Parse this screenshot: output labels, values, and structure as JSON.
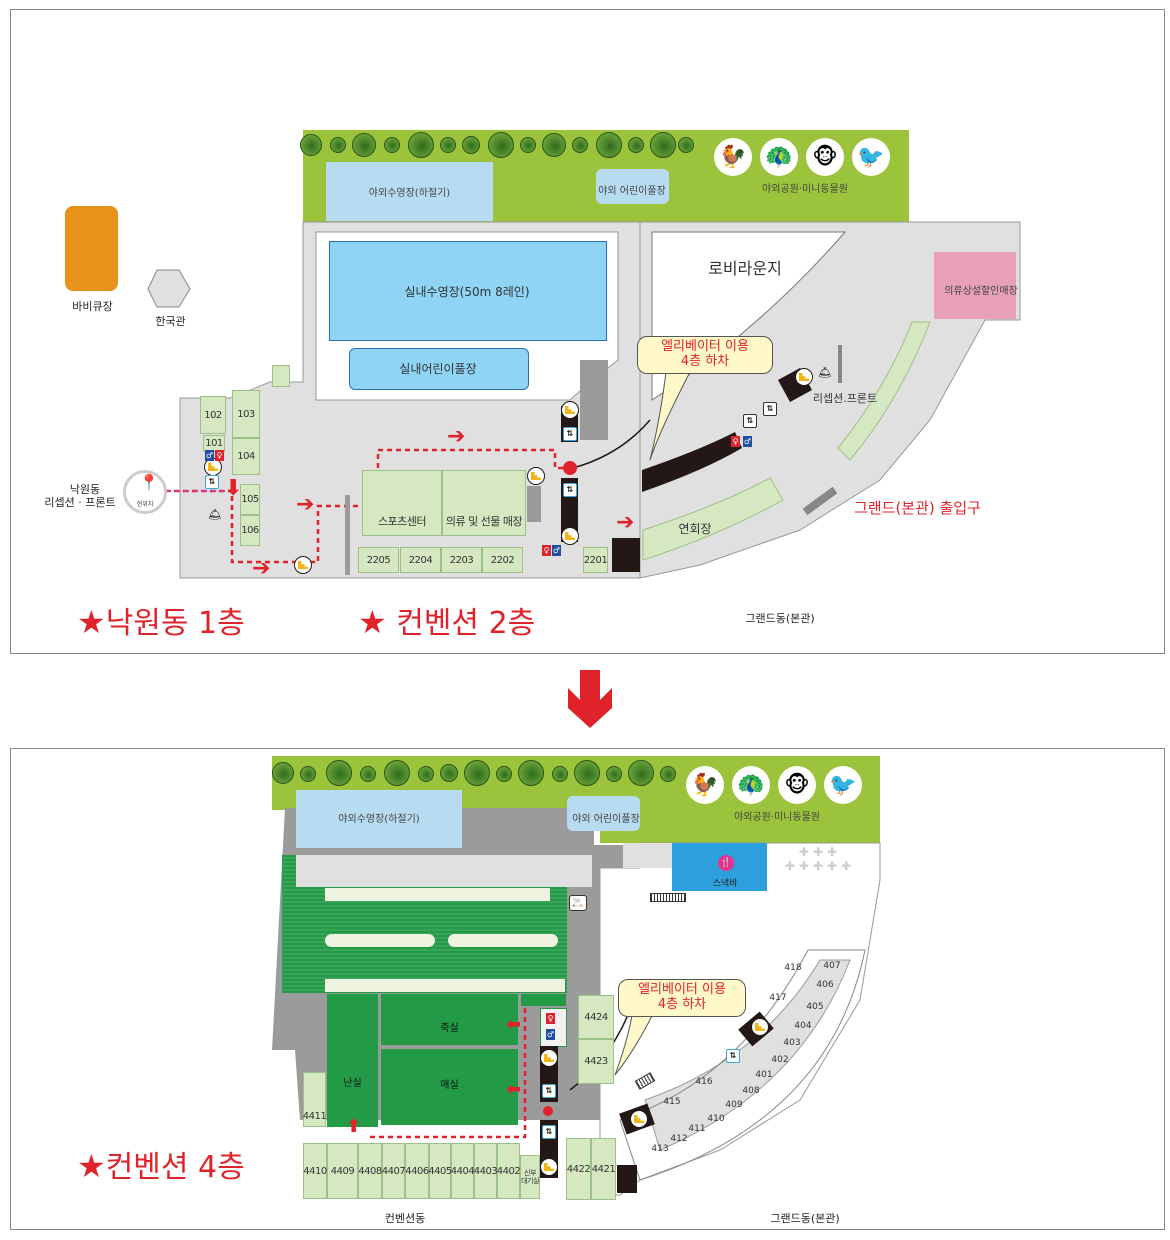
{
  "top_panel": {
    "titles": {
      "nakwon_1f": "낙원동 1층",
      "convention_2f": "컨벤션 2층",
      "star": "★"
    },
    "outdoor": {
      "outdoor_pool": "야외수영장(하절기)",
      "kids_pool": "야외 어린이풀장",
      "park_zoo": "야외공원·미니동물원"
    },
    "outside_buildings": {
      "bbq": "바비큐장",
      "korea_hall": "한국관"
    },
    "indoor": {
      "indoor_pool": "실내수영장(50m 8레인)",
      "indoor_kids_pool": "실내어린이풀장",
      "lobby_lounge": "로비라운지",
      "outlet_store": "의류상설할인매장",
      "sports_center": "스포츠센터",
      "clothing_gift": "의류 및 선물 매장",
      "banquet_hall": "연회장",
      "reception_front_grand": "리셉션.프론트",
      "grand_entrance": "그랜드(본관) 출입구",
      "grand_building": "그랜드동(본관)"
    },
    "nakwon": {
      "reception_line1": "낙원동",
      "reception_line2": "리셉션 · 프론트",
      "current_location": "현위치",
      "rooms": [
        "102",
        "101",
        "103",
        "104",
        "105",
        "106"
      ]
    },
    "convention_rooms": [
      "2205",
      "2204",
      "2203",
      "2202",
      "2201"
    ],
    "elevator_note": {
      "line1": "엘리베이터 이용",
      "line2": "4층 하차"
    }
  },
  "separator_arrow": "down-arrow",
  "bottom_panel": {
    "title": "컨벤션 4층",
    "star": "★",
    "outdoor": {
      "outdoor_pool": "야외수영장(하절기)",
      "kids_pool": "야외 어린이풀장",
      "park_zoo": "야외공원·미니동물원"
    },
    "snack_bar": "스낵바",
    "halls": {
      "juksil": "죽실",
      "maesil": "매실",
      "nansil": "난실"
    },
    "bride_room": {
      "line1": "신부",
      "line2": "대기실"
    },
    "convention_rooms_bottom": [
      "4410",
      "4409",
      "4408",
      "4407",
      "4406",
      "4405",
      "4404",
      "4403",
      "4402"
    ],
    "convention_rooms_side": [
      "4411",
      "4424",
      "4423",
      "4422",
      "4421"
    ],
    "grand_rooms_outer": [
      "407",
      "406",
      "405",
      "404",
      "403",
      "402",
      "401",
      "408",
      "409",
      "410",
      "411",
      "412",
      "413"
    ],
    "grand_rooms_inner": [
      "418",
      "417",
      "416",
      "415"
    ],
    "elevator_note": {
      "line1": "엘리베이터 이용",
      "line2": "4층 하차"
    },
    "building_labels": {
      "convention": "컨벤션동",
      "grand": "그랜드동(본관)"
    }
  },
  "colors": {
    "accent_red": "#e0232b",
    "grass": "#9bc43c",
    "pool": "#8fd3f5",
    "light_pool": "#b7dcf2",
    "room_green": "#d5e8c2",
    "hall_green": "#229a46",
    "bbq_orange": "#e8921c",
    "outlet_pink": "#e8a0b8",
    "snack_blue": "#2d9fdc"
  }
}
